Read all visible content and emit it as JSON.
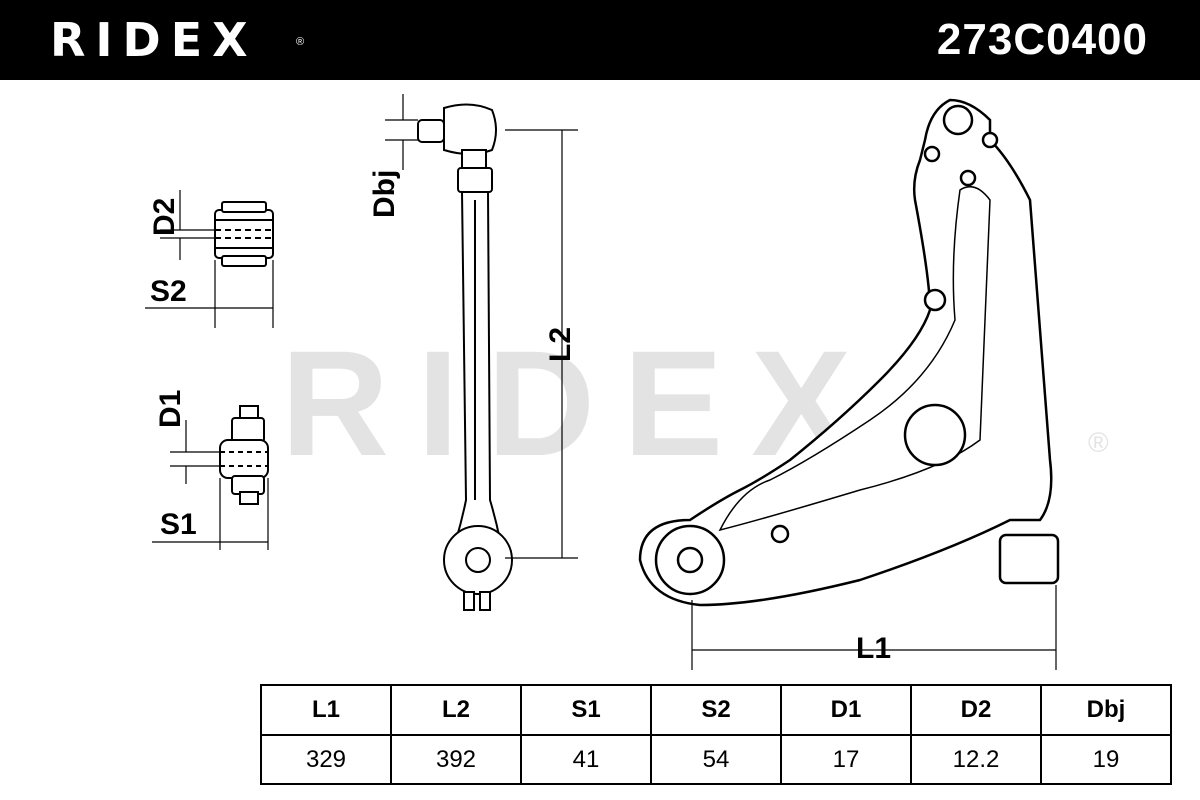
{
  "header": {
    "brand": "RIDEX",
    "brand_mark": "®",
    "part_number": "273C0400"
  },
  "watermark": {
    "text": "RIDEX",
    "mark": "®"
  },
  "labels": {
    "d2": "D2",
    "s2": "S2",
    "d1": "D1",
    "s1": "S1",
    "dbj": "Dbj",
    "l2": "L2",
    "l1": "L1"
  },
  "table": {
    "headers": [
      "L1",
      "L2",
      "S1",
      "S2",
      "D1",
      "D2",
      "Dbj"
    ],
    "values": [
      "329",
      "392",
      "41",
      "54",
      "17",
      "12.2",
      "19"
    ]
  },
  "colors": {
    "header_bg": "#000000",
    "watermark": "#e3e3e3",
    "line": "#000000"
  }
}
